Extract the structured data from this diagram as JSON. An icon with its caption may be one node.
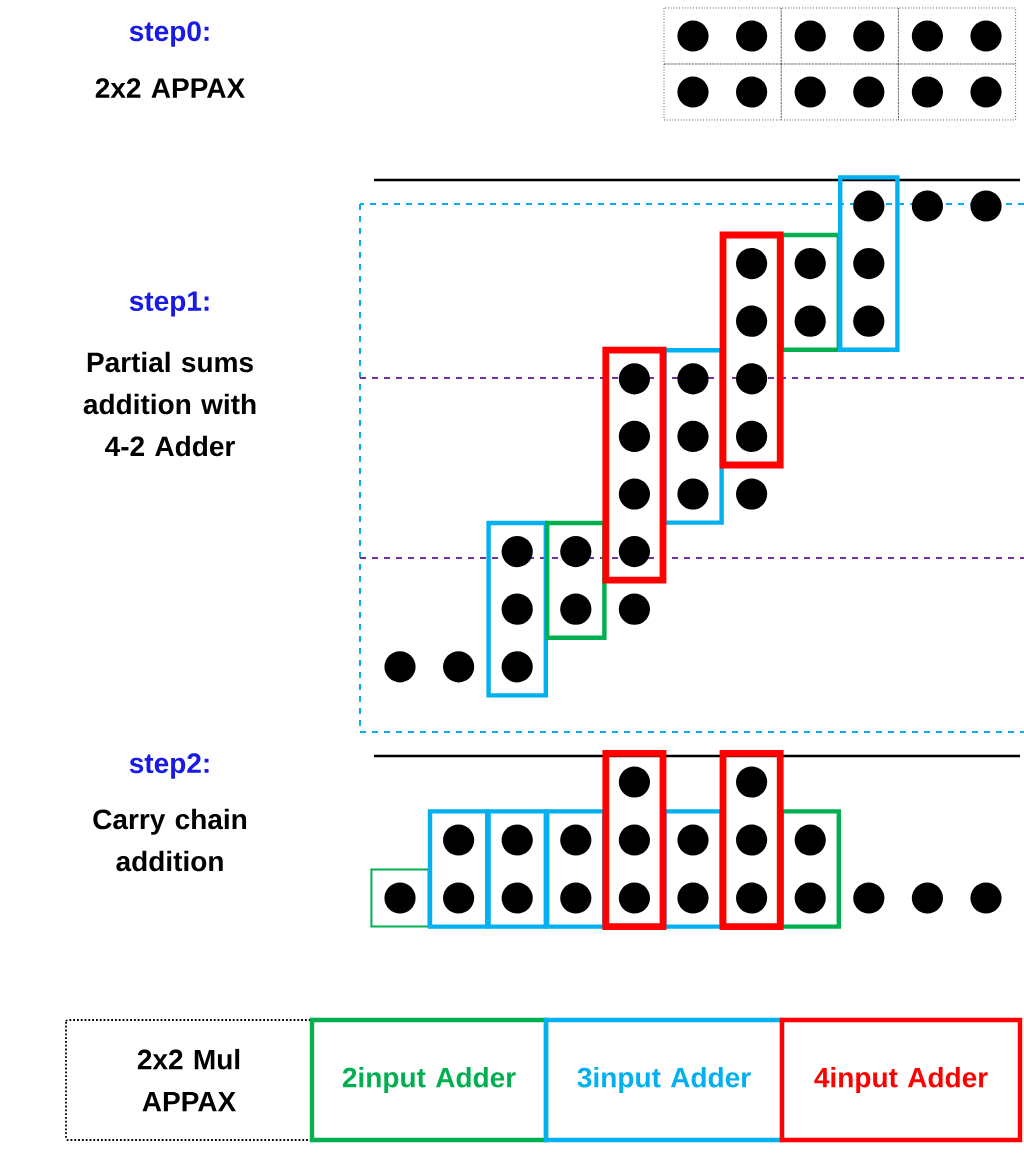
{
  "diagram": {
    "labels": [
      "step0:",
      "2x2 APPAX",
      "step1:",
      "Partial sums addition with 4-2 Adder",
      "step2:",
      "Carry chain addition"
    ],
    "legend": [
      {
        "text": "2x2 Mul APPAX"
      },
      {
        "text": "2input Adder",
        "color": "#00b050"
      },
      {
        "text": "3input Adder",
        "color": "#00b0f0"
      },
      {
        "text": "4input Adder",
        "color": "#ff0000"
      }
    ]
  }
}
